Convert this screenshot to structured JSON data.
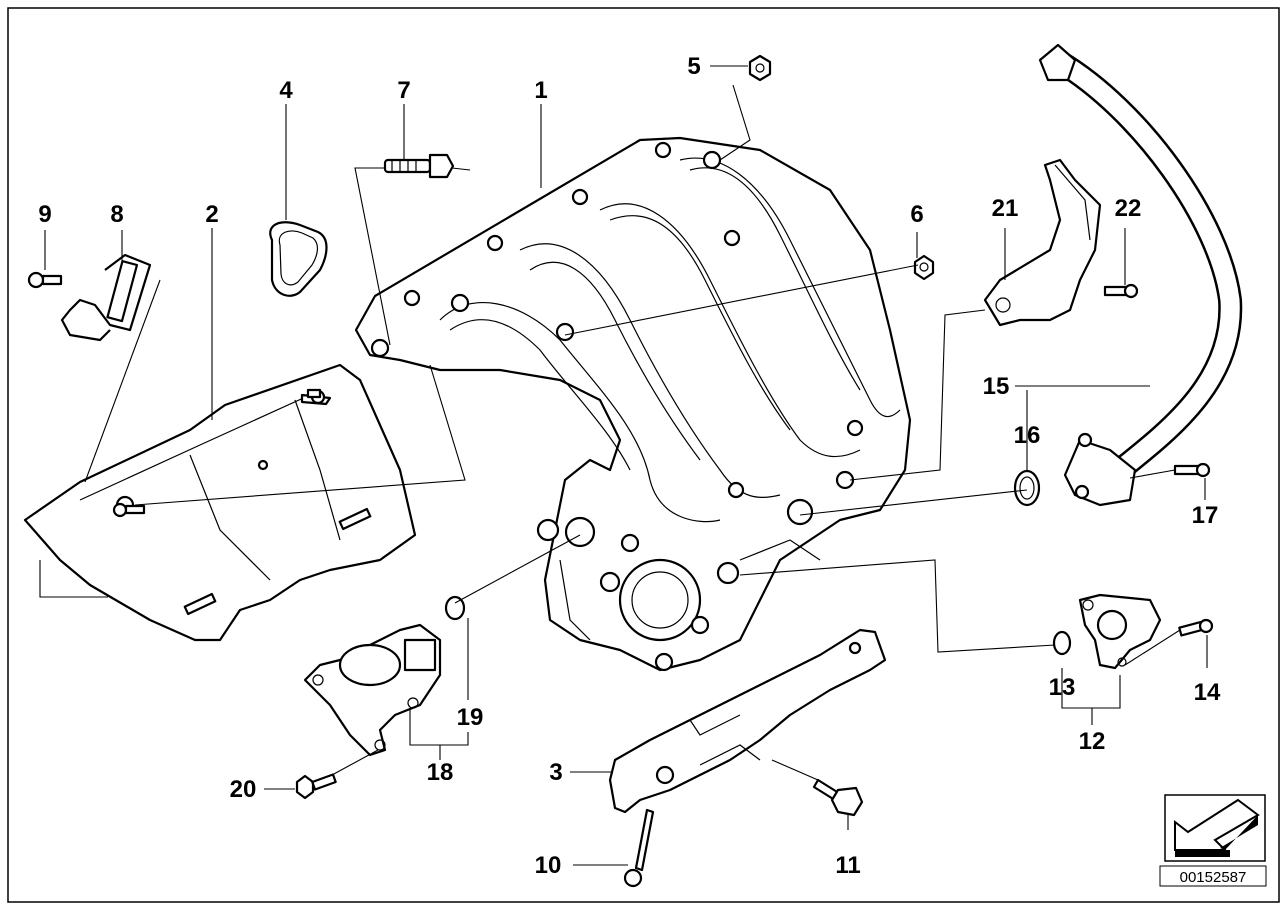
{
  "diagram": {
    "callouts": [
      "1",
      "2",
      "3",
      "4",
      "5",
      "6",
      "7",
      "8",
      "9",
      "10",
      "11",
      "12",
      "13",
      "14",
      "15",
      "16",
      "17",
      "18",
      "19",
      "20",
      "21",
      "22"
    ],
    "document_number": "00152587"
  },
  "colors": {
    "line": "#000000",
    "background": "#ffffff"
  },
  "icons": {
    "direction": "arrow-icon"
  }
}
